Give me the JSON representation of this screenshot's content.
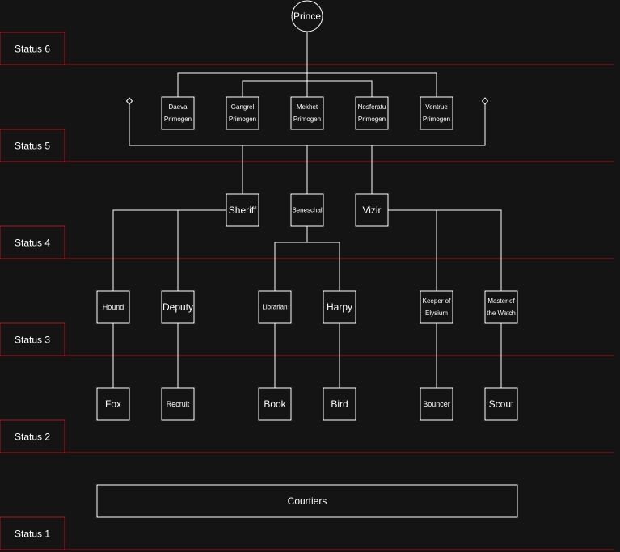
{
  "status_levels": [
    {
      "id": "s6",
      "label": "Status 6"
    },
    {
      "id": "s5",
      "label": "Status 5"
    },
    {
      "id": "s4",
      "label": "Status 4"
    },
    {
      "id": "s3",
      "label": "Status 3"
    },
    {
      "id": "s2",
      "label": "Status 2"
    },
    {
      "id": "s1",
      "label": "Status 1"
    }
  ],
  "nodes": {
    "prince": {
      "lines": [
        "Prince"
      ]
    },
    "daeva": {
      "lines": [
        "Daeva",
        "Primogen"
      ]
    },
    "gangrel": {
      "lines": [
        "Gangrel",
        "Primogen"
      ]
    },
    "mekhet": {
      "lines": [
        "Mekhet",
        "Primogen"
      ]
    },
    "nosferatu": {
      "lines": [
        "Nosferatu",
        "Primogen"
      ]
    },
    "ventrue": {
      "lines": [
        "Ventrue",
        "Primogen"
      ]
    },
    "sheriff": {
      "lines": [
        "Sheriff"
      ]
    },
    "seneschal": {
      "lines": [
        "Seneschal"
      ]
    },
    "vizir": {
      "lines": [
        "Vizir"
      ]
    },
    "hound": {
      "lines": [
        "Hound"
      ]
    },
    "deputy": {
      "lines": [
        "Deputy"
      ]
    },
    "librarian": {
      "lines": [
        "Librarian"
      ]
    },
    "harpy": {
      "lines": [
        "Harpy"
      ]
    },
    "keeper": {
      "lines": [
        "Keeper of",
        "Elysium"
      ]
    },
    "master": {
      "lines": [
        "Master of",
        "the Watch"
      ]
    },
    "fox": {
      "lines": [
        "Fox"
      ]
    },
    "recruit": {
      "lines": [
        "Recruit"
      ]
    },
    "book": {
      "lines": [
        "Book"
      ]
    },
    "bird": {
      "lines": [
        "Bird"
      ]
    },
    "bouncer": {
      "lines": [
        "Bouncer"
      ]
    },
    "scout": {
      "lines": [
        "Scout"
      ]
    },
    "courtiers": {
      "lines": [
        "Courtiers"
      ]
    }
  },
  "colors": {
    "background": "#141414",
    "line": "#ffffff",
    "status_border": "#b0161c"
  }
}
